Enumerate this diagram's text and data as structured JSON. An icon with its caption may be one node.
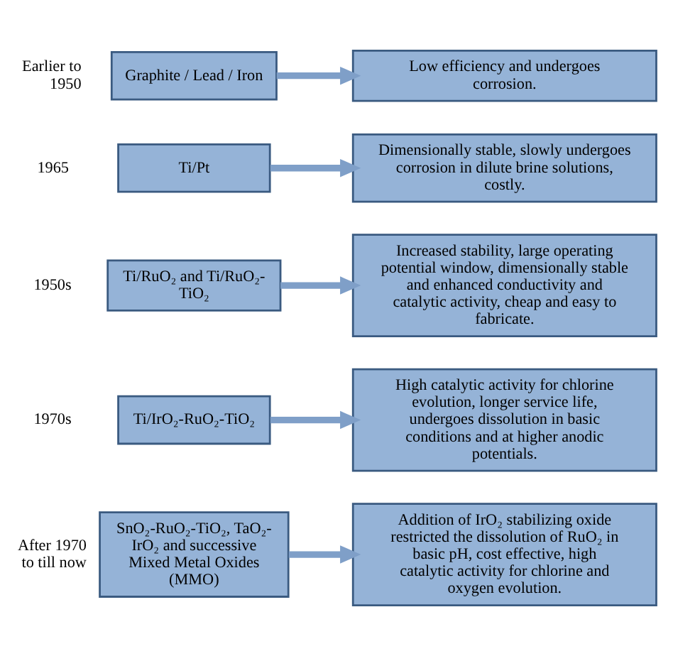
{
  "diagram": {
    "nodes": [
      {
        "text": [
          "Graphite / Lead / Iron"
        ],
        "beside": [
          "Earlier to 1950"
        ]
      },
      {
        "text": [
          "Low efficiency and undergoes corrosion."
        ]
      },
      {
        "text": [
          "Ti/Pt"
        ],
        "beside": [
          "1965"
        ]
      },
      {
        "text": [
          "Dimensionally stable, slowly undergoes corrosion in dilute brine solutions, costly."
        ]
      },
      {
        "text": [
          "Ti/RuO₂ and Ti/RuO₂-TiO₂"
        ],
        "beside": [
          "1950s"
        ]
      },
      {
        "text": [
          "Increased stability, large operating potential window, dimensionally stable and enhanced conductivity and catalytic activity, cheap and easy to fabricate."
        ]
      },
      {
        "text": [
          "Ti/IrO₂-RuO₂-TiO₂"
        ],
        "beside": [
          "1970s"
        ]
      },
      {
        "text": [
          "High catalytic activity for chlorine evolution, longer service life, undergoes dissolution in basic conditions and at higher anodic potentials."
        ]
      },
      {
        "text": [
          "SnO₂-RuO₂-TiO₂, TaO₂-IrO₂ and successive Mixed Metal Oxides (MMO)"
        ],
        "beside": [
          "After 1970 to till now"
        ]
      },
      {
        "text": [
          "Addition of IrO₂ stabilizing oxide restricted the dissolution of RuO₂ in basic pH, cost effective, high catalytic activity for chlorine and oxygen evolution."
        ]
      }
    ],
    "edges": [
      {
        "from": 0,
        "to": 1,
        "arrow": "to"
      },
      {
        "from": 2,
        "to": 3,
        "arrow": "to"
      },
      {
        "from": 4,
        "to": 5,
        "arrow": "to"
      },
      {
        "from": 6,
        "to": 7,
        "arrow": "to"
      },
      {
        "from": 8,
        "to": 9,
        "arrow": "to"
      }
    ]
  }
}
